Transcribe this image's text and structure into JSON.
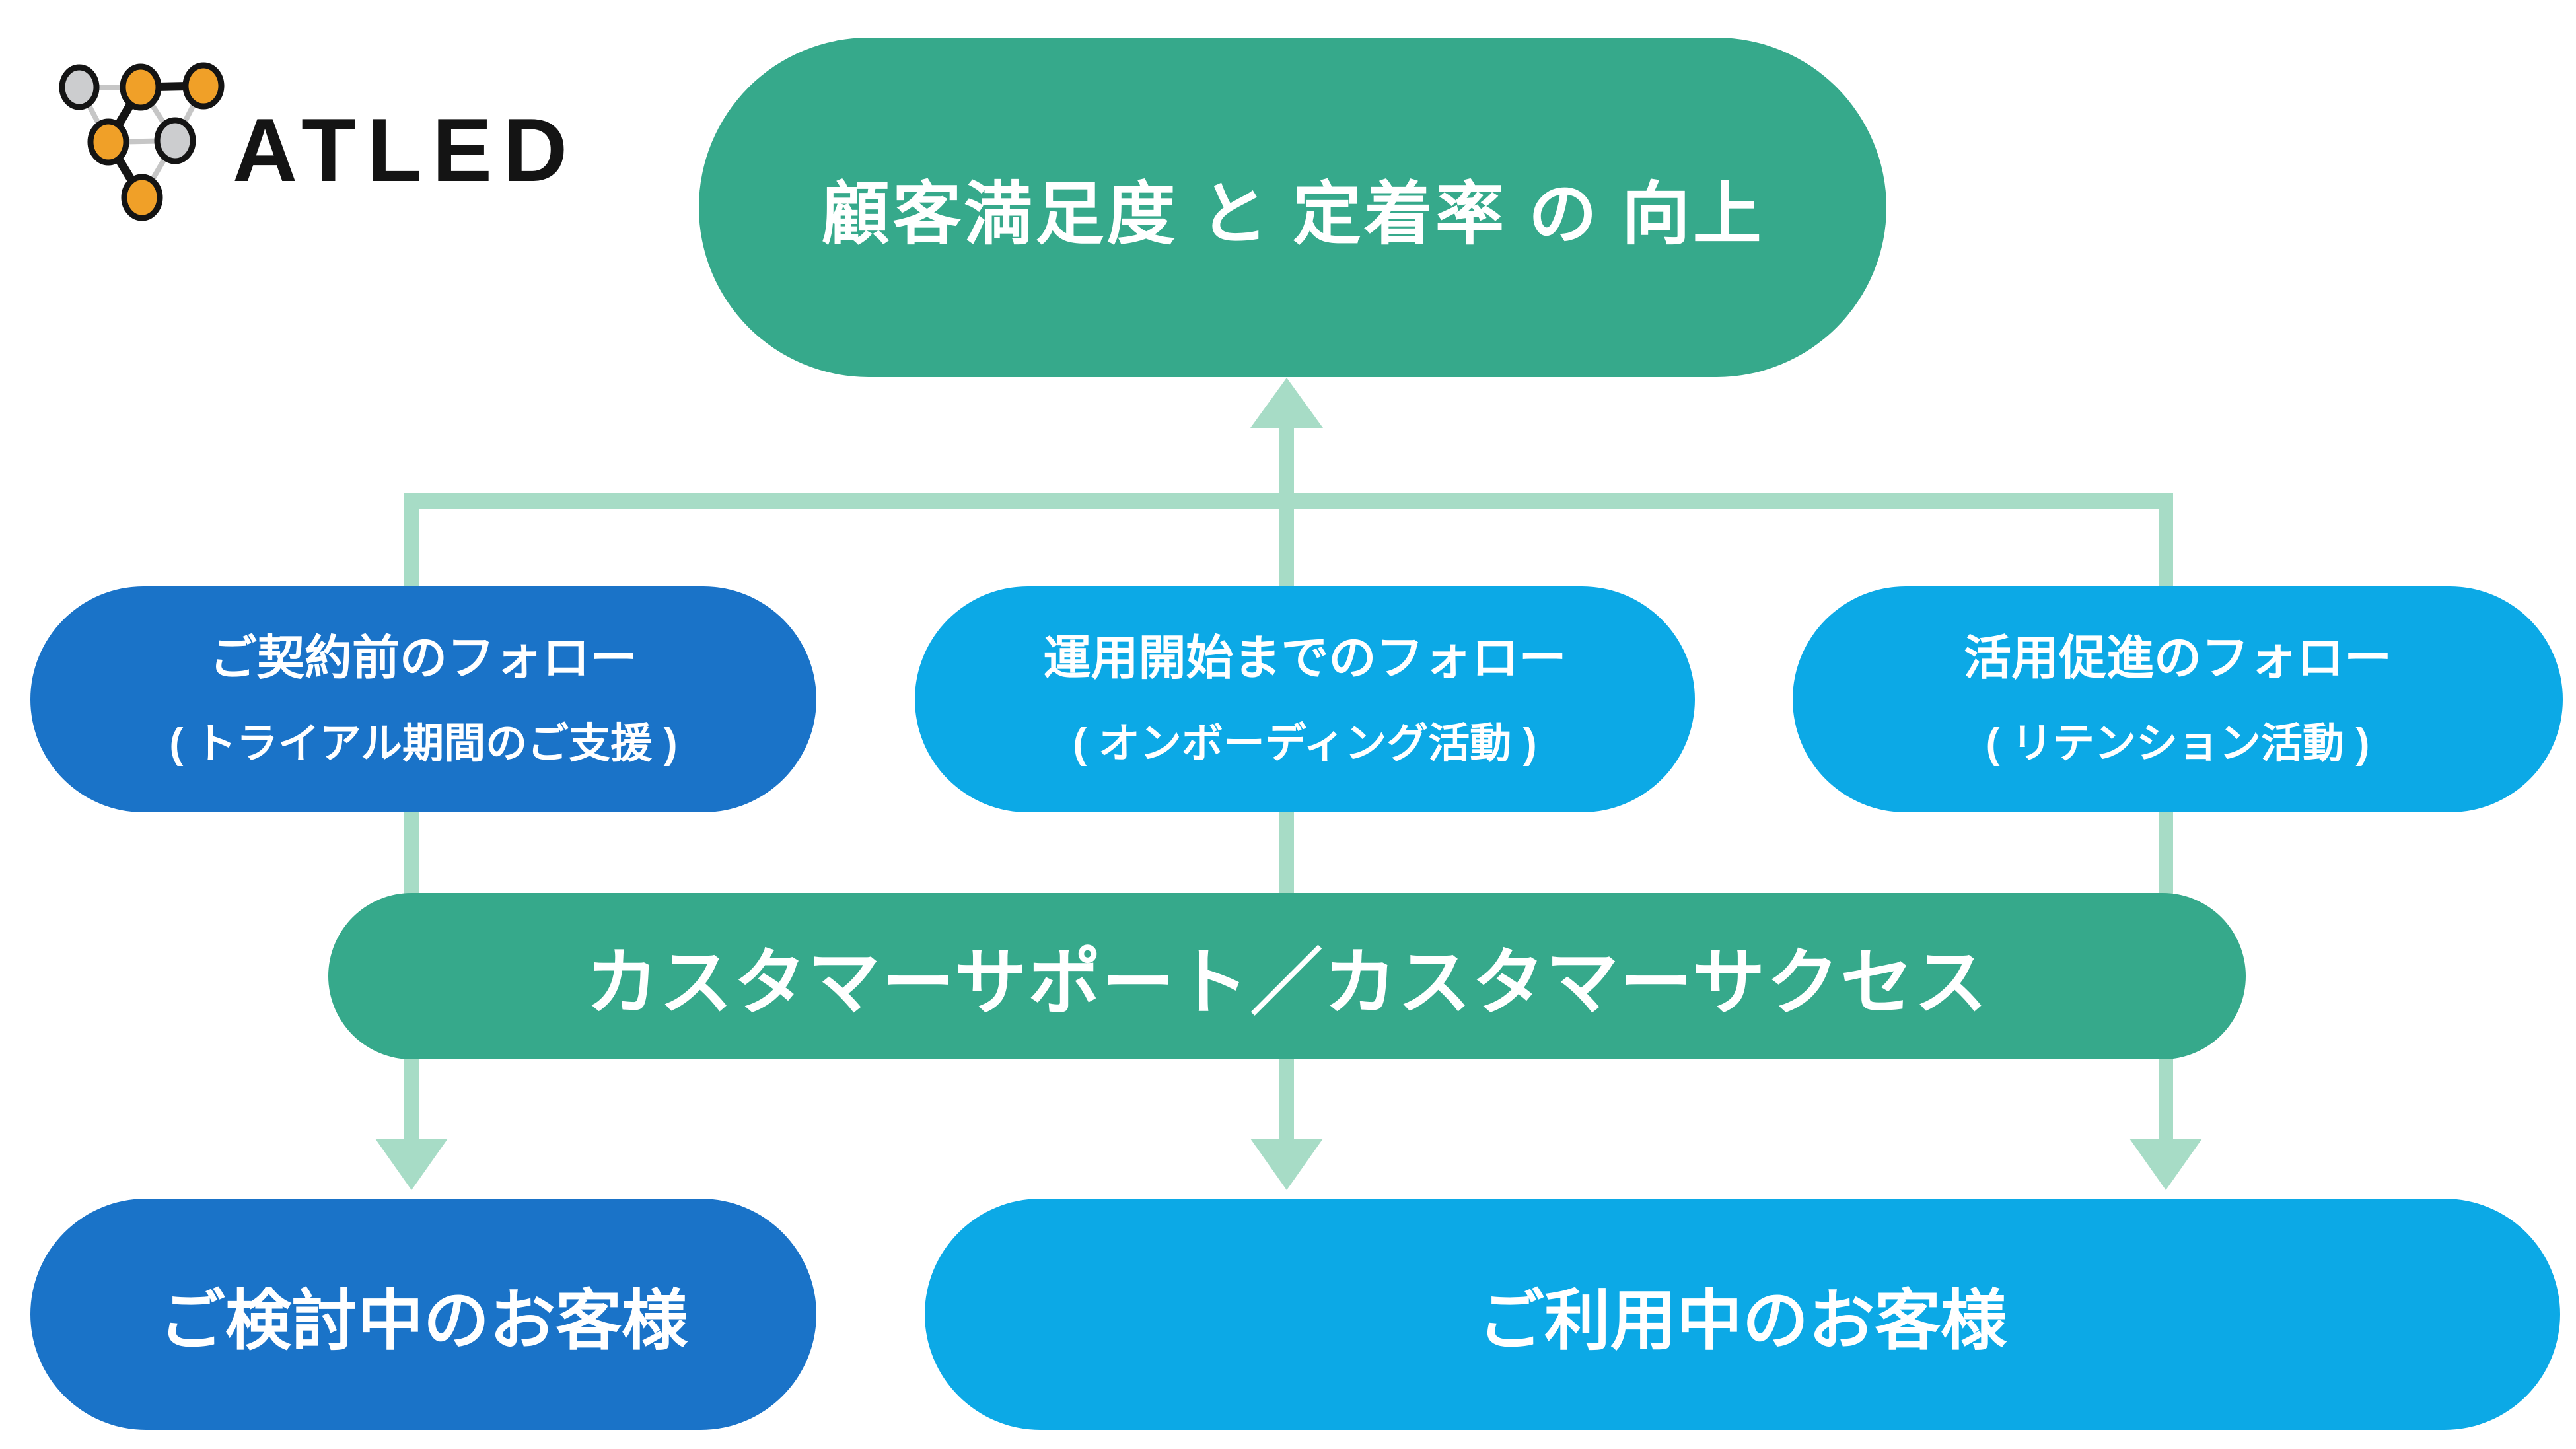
{
  "logo": {
    "brand": "ATLED",
    "mark": {
      "node_colors": {
        "orange": "#f0a028",
        "gray": "#cccdcf",
        "outline": "#141414"
      },
      "nodes": [
        {
          "id": "top-left",
          "color": "gray"
        },
        {
          "id": "top-mid",
          "color": "orange"
        },
        {
          "id": "top-right",
          "color": "orange"
        },
        {
          "id": "mid-left",
          "color": "orange"
        },
        {
          "id": "mid-right",
          "color": "gray"
        },
        {
          "id": "bottom",
          "color": "orange"
        }
      ]
    }
  },
  "diagram": {
    "goal_pill": {
      "label": "顧客満足度 と 定着率 の 向上",
      "color": "#36a98b"
    },
    "follow_pills": [
      {
        "line1": "ご契約前のフォロー",
        "line2": "( トライアル期間のご支援 )",
        "color": "#1a73c8"
      },
      {
        "line1": "運用開始までのフォロー",
        "line2": "( オンボーディング活動 )",
        "color": "#0ca9e6"
      },
      {
        "line1": "活用促進のフォロー",
        "line2": "( リテンション活動 )",
        "color": "#0ca9e6"
      }
    ],
    "team_pill": {
      "label": "カスタマーサポート／カスタマーサクセス",
      "color": "#36a98b"
    },
    "customer_pills": [
      {
        "label": "ご検討中のお客様",
        "color": "#1a73c8"
      },
      {
        "label": "ご利用中のお客様",
        "color": "#0ca9e6"
      }
    ],
    "connector_color": "#a7dcc6",
    "background_color": "#ffffff"
  }
}
